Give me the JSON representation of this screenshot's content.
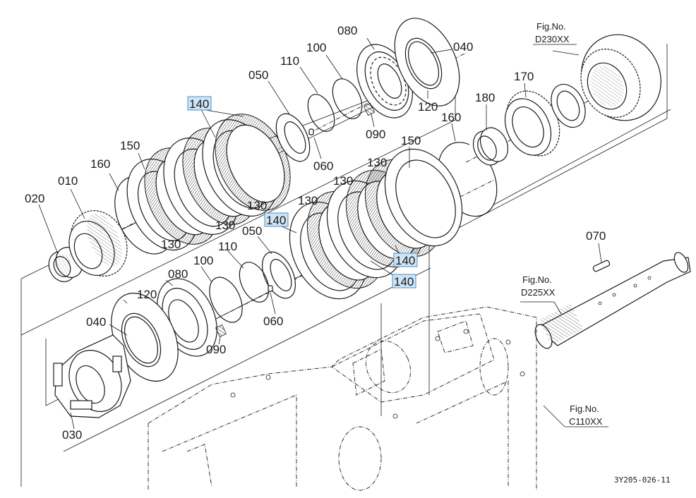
{
  "diagram": {
    "type": "exploded-parts-view",
    "drawing_id": "3Y205-026-11",
    "highlight_color": "#cfe4f5",
    "highlight_border": "#4a90c8",
    "callouts": {
      "c020": "020",
      "c010": "010",
      "c160a": "160",
      "c150a": "150",
      "c140a": "140",
      "c130a": "130",
      "c130b": "130",
      "c130c": "130",
      "c050a": "050",
      "c110a": "110",
      "c100a": "100",
      "c080a": "080",
      "c040a": "040",
      "c120a": "120",
      "c090a": "090",
      "c060a": "060",
      "c160b": "160",
      "c180": "180",
      "c170": "170",
      "c150b": "150",
      "c130d": "130",
      "c130e": "130",
      "c130f": "130",
      "c140b": "140",
      "c140c": "140",
      "c140d": "140",
      "c050b": "050",
      "c110b": "110",
      "c100b": "100",
      "c080b": "080",
      "c120b": "120",
      "c040b": "040",
      "c090b": "090",
      "c060b": "060",
      "c030": "030",
      "c070": "070"
    },
    "figure_refs": [
      {
        "label": "Fig.No.",
        "code": "D230XX"
      },
      {
        "label": "Fig.No.",
        "code": "D225XX"
      },
      {
        "label": "Fig.No.",
        "code": "C110XX"
      }
    ]
  }
}
